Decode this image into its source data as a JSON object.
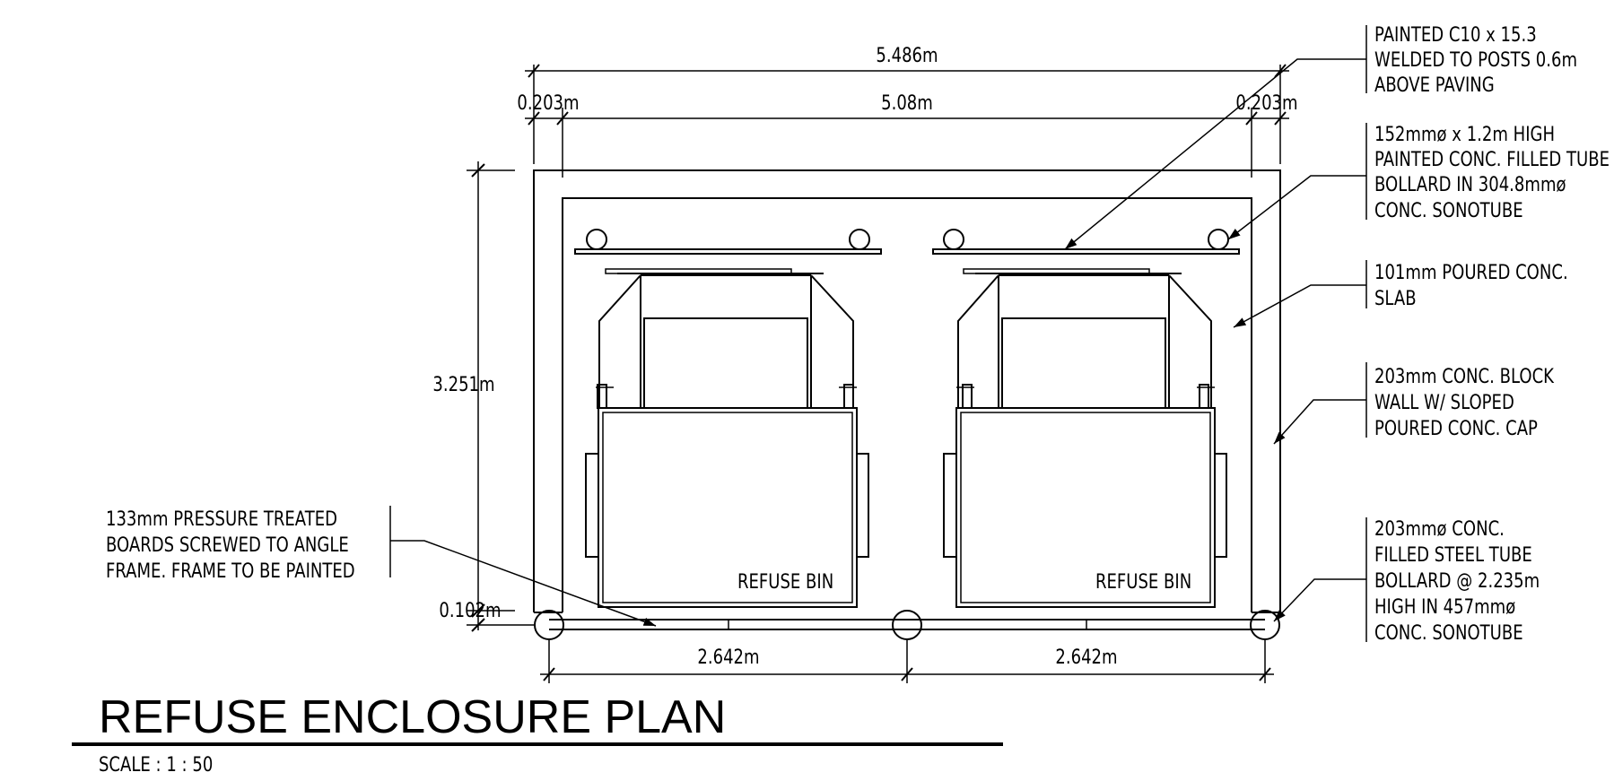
{
  "drawing": {
    "title": "REFUSE ENCLOSURE PLAN",
    "scale": "SCALE : 1 : 50"
  },
  "dimensions": {
    "overall_width": "5.486m",
    "inner_width": "5.08m",
    "wall_left": "0.203m",
    "wall_right": "0.203m",
    "depth": "3.251m",
    "bottom_offset": "0.102m",
    "bay_left": "2.642m",
    "bay_right": "2.642m"
  },
  "bins": {
    "left_label": "REFUSE BIN",
    "right_label": "REFUSE BIN"
  },
  "notes": {
    "channel": [
      "PAINTED C10 x 15.3",
      "WELDED TO POSTS 0.6m",
      "ABOVE PAVING"
    ],
    "small_bollard": [
      "152mmø x 1.2m HIGH",
      "PAINTED CONC. FILLED TUBE",
      "BOLLARD IN 304.8mmø",
      "CONC. SONOTUBE"
    ],
    "slab": [
      "101mm POURED CONC.",
      "SLAB"
    ],
    "block_wall": [
      "203mm CONC. BLOCK",
      "WALL W/ SLOPED",
      "POURED CONC. CAP"
    ],
    "large_bollard": [
      "203mmø CONC.",
      "FILLED STEEL TUBE",
      "BOLLARD @  2.235m",
      "HIGH IN 457mmø",
      "CONC. SONOTUBE"
    ],
    "boards": [
      "133mm PRESSURE TREATED",
      "BOARDS SCREWED TO ANGLE",
      "FRAME. FRAME TO BE PAINTED"
    ]
  }
}
